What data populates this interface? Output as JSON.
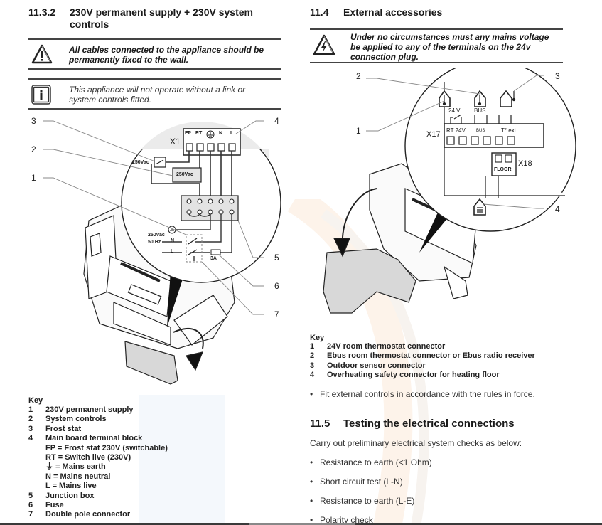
{
  "left": {
    "section_number": "11.3.2",
    "section_title_line1": "230V permanent supply + 230V system",
    "section_title_line2": "controls",
    "warning": {
      "icon": "warning-triangle-icon",
      "line1": "All cables connected to the appliance should be",
      "line2": "permanently fixed to the wall."
    },
    "info": {
      "icon": "info-icon",
      "line1": "This appliance will not operate without a link or",
      "line2": "system controls fitted."
    },
    "figure": {
      "callouts": [
        "3",
        "2",
        "1",
        "4",
        "5",
        "6",
        "7"
      ],
      "terminal_block_label": "X1",
      "terminals": [
        "FP",
        "RT",
        "⏚",
        "N",
        "L"
      ],
      "switch_label": "250Vac",
      "controls_box_label": "250Vac",
      "supply_label_line1": "250Vac",
      "supply_label_line2": "50 Hz",
      "n_label": "N",
      "l_label": "L",
      "fuse_label": "3A"
    },
    "key": {
      "title": "Key",
      "items": [
        {
          "n": "1",
          "text": "230V permanent supply"
        },
        {
          "n": "2",
          "text": "System controls"
        },
        {
          "n": "3",
          "text": "Frost stat"
        },
        {
          "n": "4",
          "text": "Main board terminal block"
        },
        {
          "n": "",
          "text": "FP = Frost stat 230V (switchable)"
        },
        {
          "n": "",
          "text": "RT = Switch live (230V)"
        },
        {
          "n": "",
          "text": "⏚ = Mains earth"
        },
        {
          "n": "",
          "text": "N = Mains neutral"
        },
        {
          "n": "",
          "text": "L = Mains live"
        },
        {
          "n": "5",
          "text": "Junction box"
        },
        {
          "n": "6",
          "text": "Fuse"
        },
        {
          "n": "7",
          "text": "Double pole connector"
        }
      ]
    }
  },
  "right": {
    "section_number": "11.4",
    "section_title": "External accessories",
    "warning": {
      "icon": "electrical-hazard-icon",
      "line1": "Under no circumstances must any mains voltage",
      "line2": "be applied to any of the terminals on the 24v",
      "line3": "connection plug."
    },
    "figure": {
      "callouts": [
        "2",
        "3",
        "1",
        "4"
      ],
      "x17_label": "X17",
      "x18_label": "X18",
      "label_24v": "24 V",
      "label_bus": "BUS",
      "terminal_labels": [
        "RT 24V",
        "BUS",
        "T° ext"
      ],
      "floor_label": "FLOOR"
    },
    "key": {
      "title": "Key",
      "items": [
        {
          "n": "1",
          "text": "24V room thermostat connector"
        },
        {
          "n": "2",
          "text": "Ebus room thermostat connector or Ebus radio receiver"
        },
        {
          "n": "3",
          "text": "Outdoor sensor connector"
        },
        {
          "n": "4",
          "text": "Overheating safety connector for heating floor"
        }
      ]
    },
    "fit_note": "Fit external controls in accordance with the rules in force.",
    "testing": {
      "section_number": "11.5",
      "section_title": "Testing the electrical connections",
      "intro": "Carry out preliminary electrical system checks as below:",
      "checks": [
        "Resistance to earth (<1 Ohm)",
        "Short circuit test (L-N)",
        "Resistance to earth (L-E)",
        "Polarity check"
      ]
    }
  }
}
